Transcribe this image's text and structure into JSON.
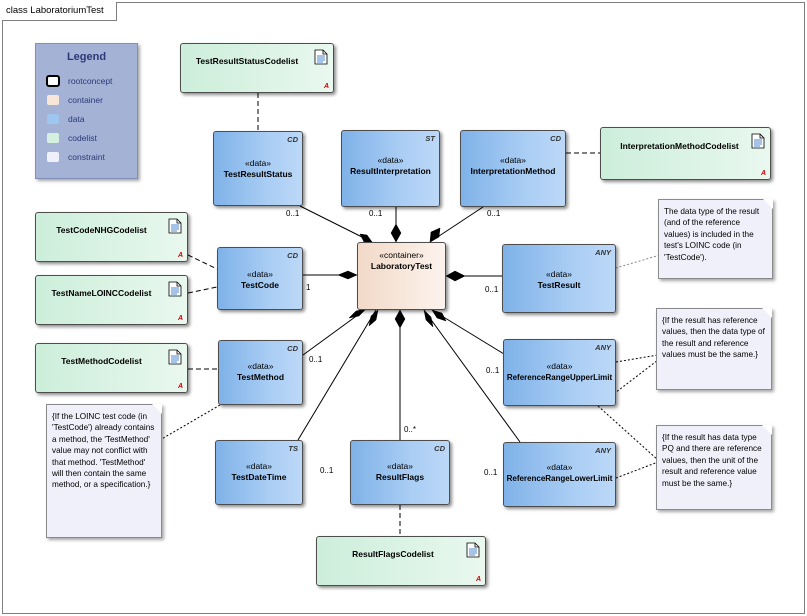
{
  "diagram_title": "class LaboratoriumTest",
  "legend": {
    "title": "Legend",
    "items": [
      {
        "label": "rootconcept",
        "color": "#ffffff",
        "border": "#000000"
      },
      {
        "label": "container",
        "color": "#f8e6d9",
        "border": "#a4b2d6"
      },
      {
        "label": "data",
        "color": "#9fc6f0",
        "border": "#a4b2d6"
      },
      {
        "label": "codelist",
        "color": "#d4f0de",
        "border": "#a4b2d6"
      },
      {
        "label": "constraint",
        "color": "#f0f0fa",
        "border": "#a4b2d6"
      }
    ]
  },
  "codelist_marker": "A",
  "center": {
    "stereotype": "«container»",
    "name": "LaboratoryTest"
  },
  "data_classes": {
    "status": {
      "stereotype": "«data»",
      "name": "TestResultStatus",
      "type": "CD",
      "multiplicity": "0..1"
    },
    "interpretation": {
      "stereotype": "«data»",
      "name": "ResultInterpretation",
      "type": "ST",
      "multiplicity": "0..1"
    },
    "method_interp": {
      "stereotype": "«data»",
      "name": "InterpretationMethod",
      "type": "CD",
      "multiplicity": "0..1"
    },
    "testcode": {
      "stereotype": "«data»",
      "name": "TestCode",
      "type": "CD",
      "multiplicity": "1"
    },
    "result": {
      "stereotype": "«data»",
      "name": "TestResult",
      "type": "ANY",
      "multiplicity": "0..1"
    },
    "method": {
      "stereotype": "«data»",
      "name": "TestMethod",
      "type": "CD",
      "multiplicity": "0..1"
    },
    "upper": {
      "stereotype": "«data»",
      "name": "ReferenceRangeUpperLimit",
      "type": "ANY",
      "multiplicity": "0..1"
    },
    "datetime": {
      "stereotype": "«data»",
      "name": "TestDateTime",
      "type": "TS",
      "multiplicity": "0..1"
    },
    "flags": {
      "stereotype": "«data»",
      "name": "ResultFlags",
      "type": "CD",
      "multiplicity": "0..*"
    },
    "lower": {
      "stereotype": "«data»",
      "name": "ReferenceRangeLowerLimit",
      "type": "ANY",
      "multiplicity": "0..1"
    }
  },
  "codelists": {
    "status": "TestResultStatusCodelist",
    "interp": "InterpretationMethodCodelist",
    "nhg": "TestCodeNHGCodelist",
    "loinc": "TestNameLOINCCodelist",
    "method": "TestMethodCodelist",
    "flags": "ResultFlagsCodelist"
  },
  "notes": {
    "result": "The data type of the result (and of the reference values) is included in the test's LOINC code (in 'TestCode').",
    "upper": "{If the result has reference values, then the data type of the result and reference values must be the same.}",
    "lower": "{If the result has data type PQ and there are reference values, then the unit of the result and reference value must be the same.}",
    "method": "{If the LOINC test code (in 'TestCode') already contains a method, the 'TestMethod' value may not conflict with that method. 'TestMethod' will then contain the same method, or a specification.}"
  }
}
